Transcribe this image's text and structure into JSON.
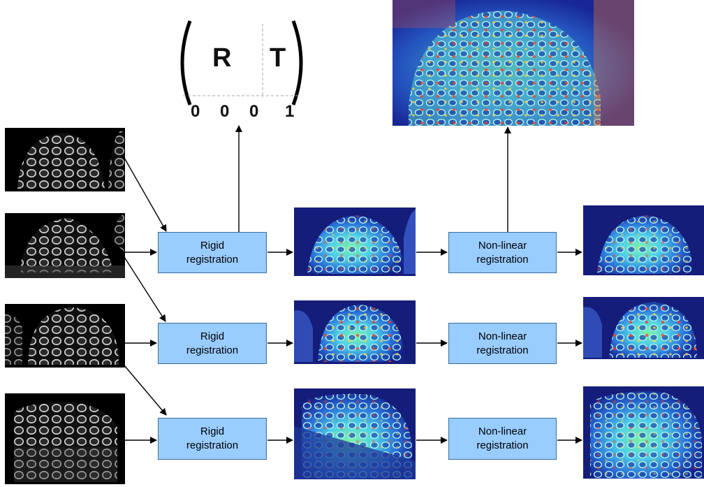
{
  "matrix": {
    "rotation_label": "R",
    "translation_label": "T",
    "bottom_row": [
      "0",
      "0",
      "0",
      "1"
    ]
  },
  "rows": [
    {
      "rigid_box": {
        "line1": "Rigid",
        "line2": "registration"
      },
      "nonlinear_box": {
        "line1": "Non-linear",
        "line2": "registration"
      }
    },
    {
      "rigid_box": {
        "line1": "Rigid",
        "line2": "registration"
      },
      "nonlinear_box": {
        "line1": "Non-linear",
        "line2": "registration"
      }
    },
    {
      "rigid_box": {
        "line1": "Rigid",
        "line2": "registration"
      },
      "nonlinear_box": {
        "line1": "Non-linear",
        "line2": "registration"
      }
    }
  ],
  "colors": {
    "box_fill": "#99ccff",
    "box_border": "#3a6ea0",
    "arrow": "#000000",
    "microscopy_background": "#000000",
    "microscopy_cells": "#dcdcdc",
    "heatmap_low": "#1a2a9a",
    "heatmap_mid": "#44d8d8",
    "heatmap_high": "#ff3a1a"
  }
}
